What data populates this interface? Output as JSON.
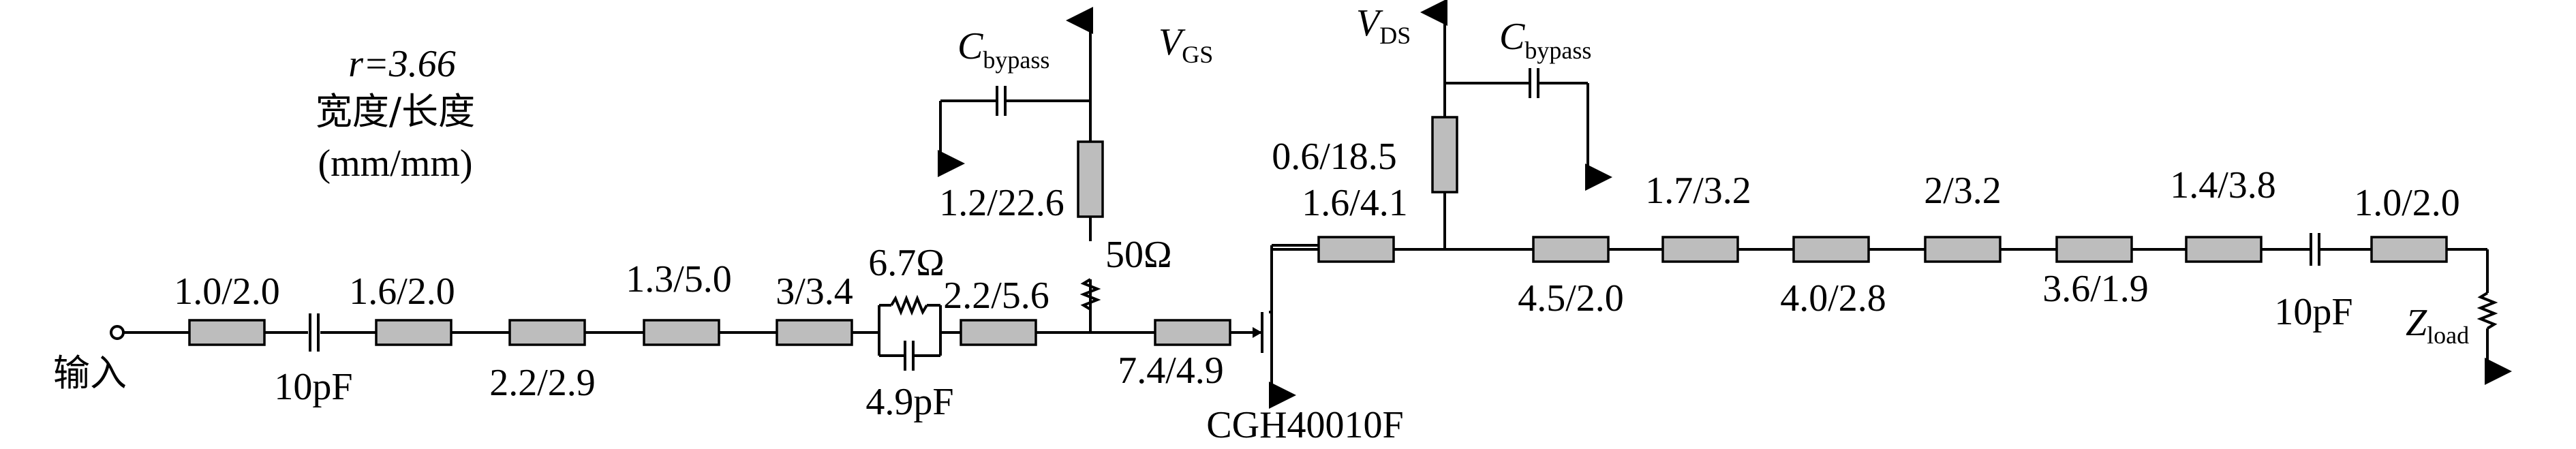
{
  "header": {
    "ratio_expr": "r=3.66",
    "width_length": "宽度/长度",
    "unit": "(mm/mm)"
  },
  "ports": {
    "input": "输入",
    "load_main": "Z",
    "load_sub": "load"
  },
  "transistor": "CGH40010F",
  "supplies": {
    "vgs_main": "V",
    "vgs_sub": "GS",
    "vds_main": "V",
    "vds_sub": "DS",
    "bypass_main": "C",
    "bypass_sub": "bypass"
  },
  "input_network": {
    "tl1": "1.0/2.0",
    "cap1": "10pF",
    "tl2": "1.6/2.0",
    "tl3": "2.2/2.9",
    "tl4": "1.3/5.0",
    "tl5": "3/3.4",
    "stab_res": "6.7Ω",
    "stab_cap": "4.9pF",
    "tl6": "2.2/5.6",
    "gate_res": "50Ω",
    "gate_stub": "1.2/22.6",
    "tl7": "7.4/4.9"
  },
  "output_network": {
    "drain_stub": "0.6/18.5",
    "tl1": "1.6/4.1",
    "tl2": "4.5/2.0",
    "tl3": "1.7/3.2",
    "tl4": "4.0/2.8",
    "tl5": "2/3.2",
    "tl6": "3.6/1.9",
    "tl7": "1.4/3.8",
    "cap": "10pF",
    "tl8": "1.0/2.0"
  }
}
